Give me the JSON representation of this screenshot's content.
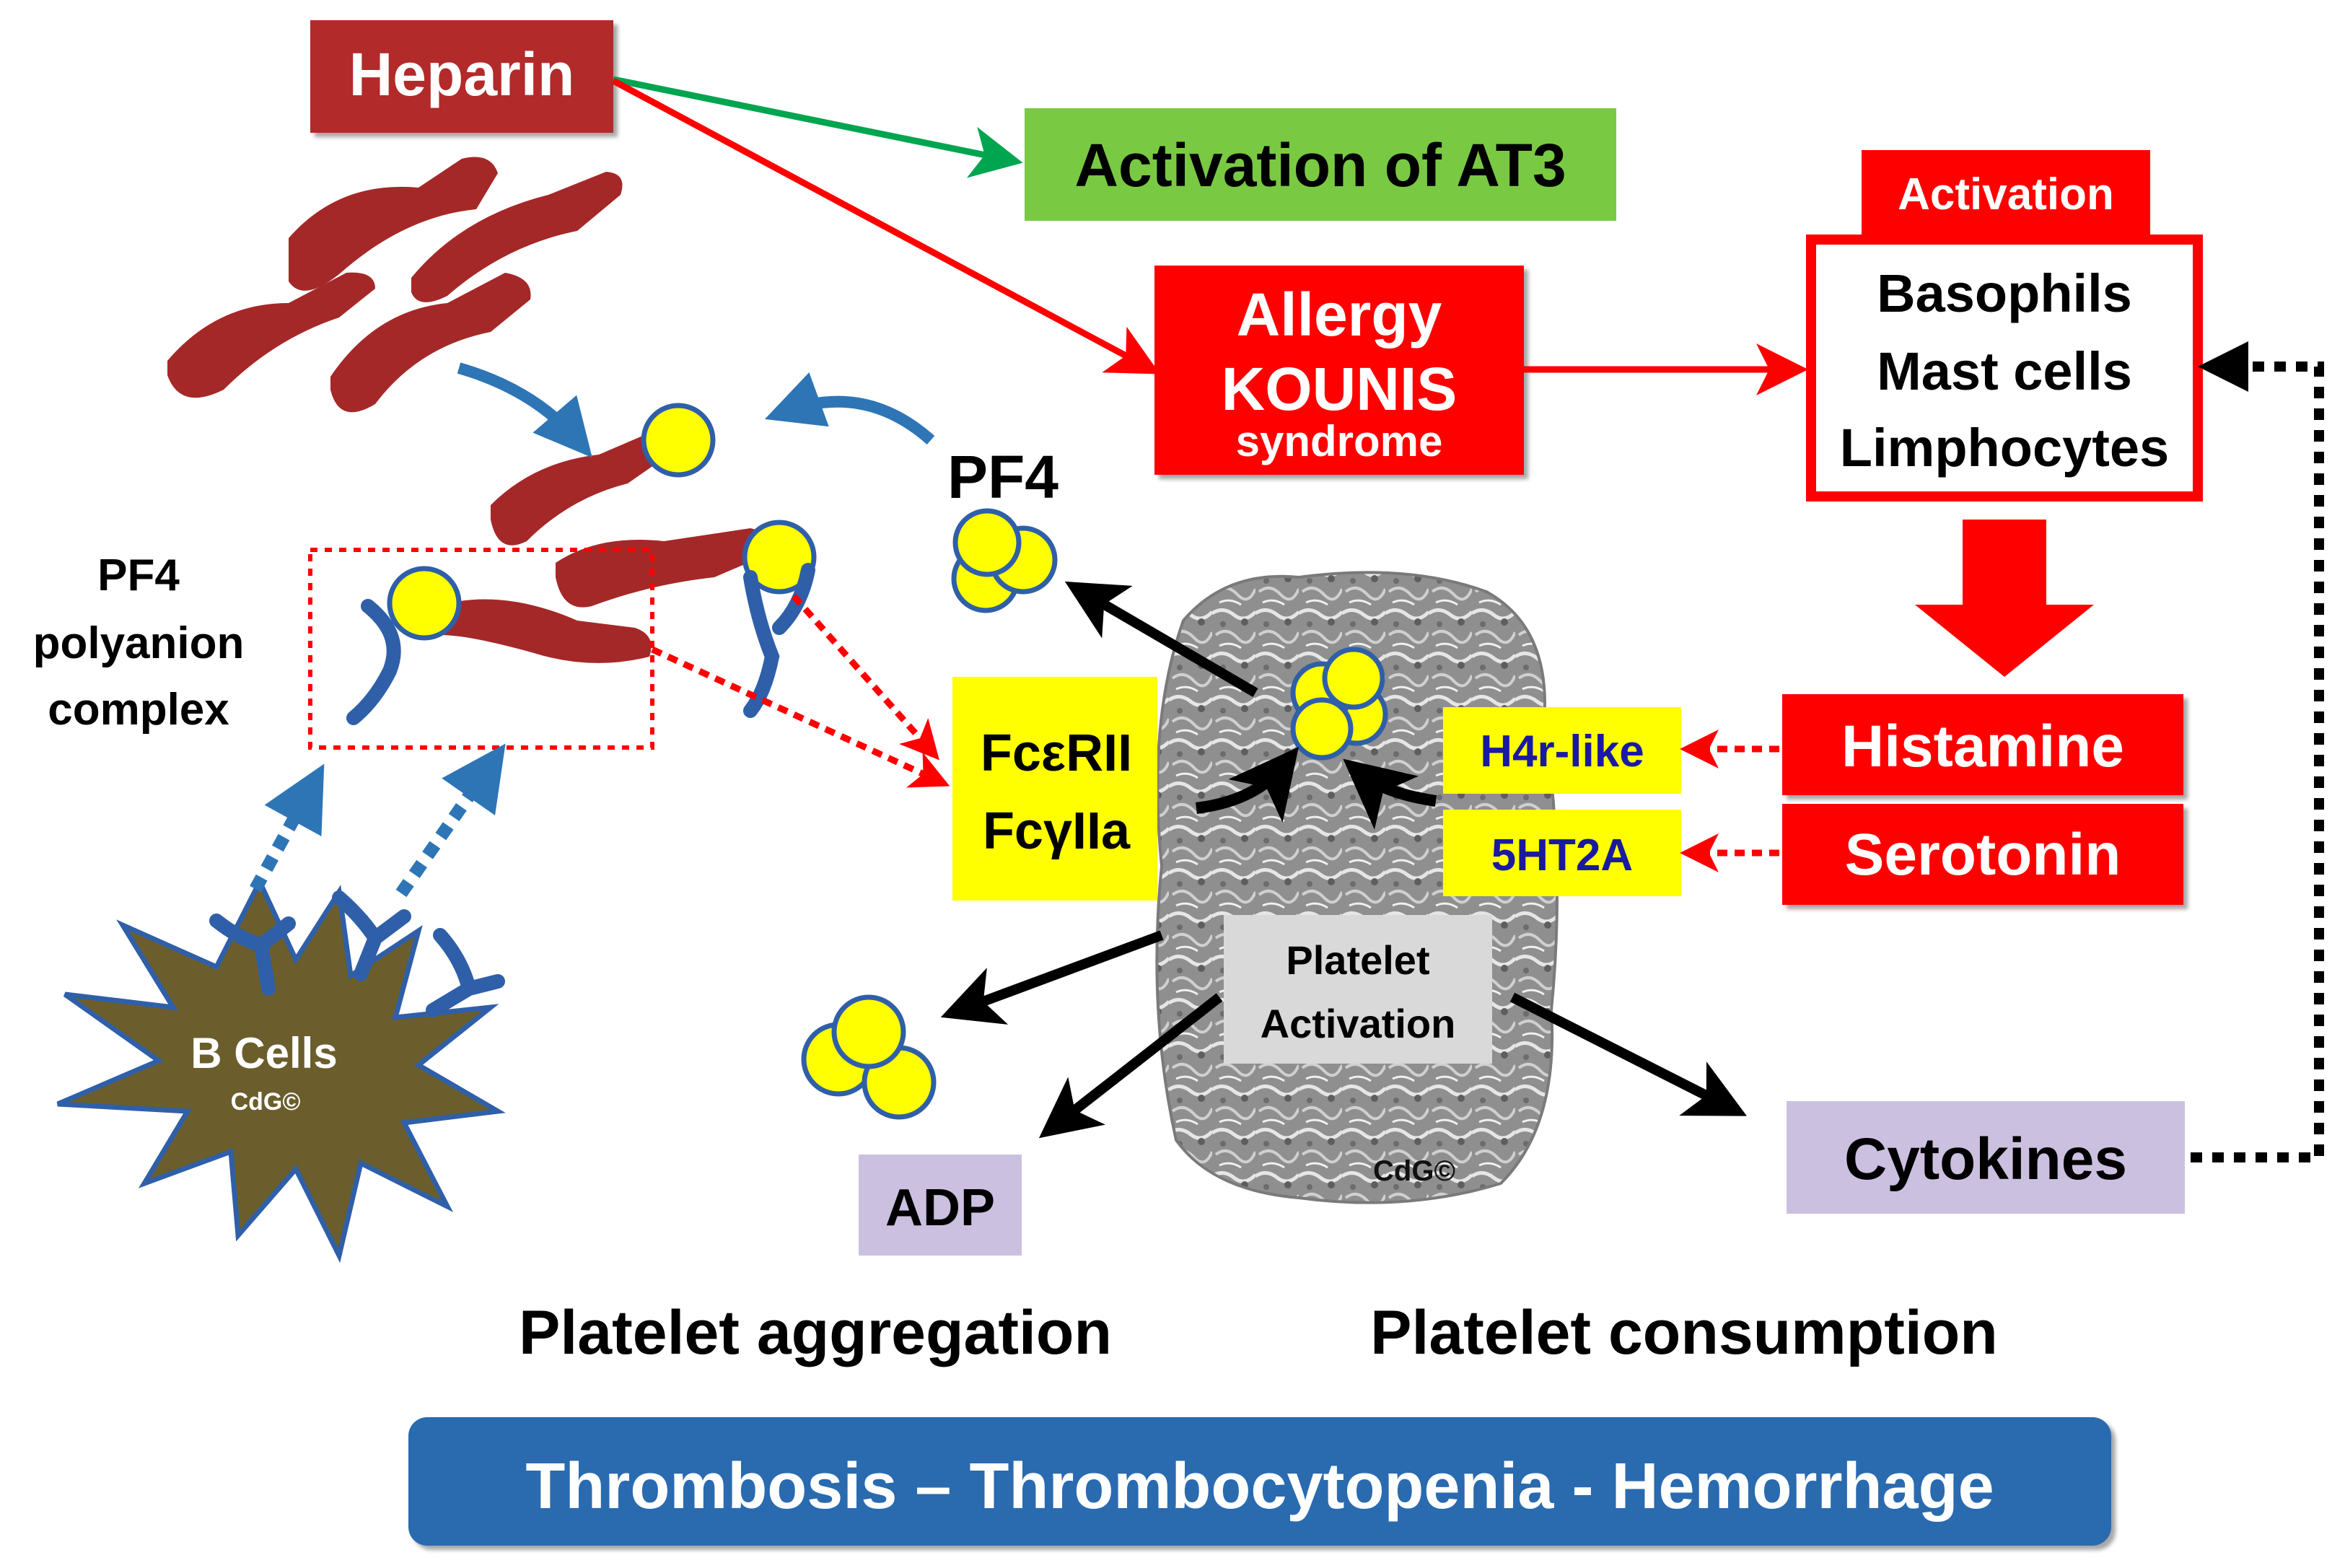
{
  "colors": {
    "heparin_box": "#b22c2c",
    "heparin_chain": "#a52828",
    "at3_box": "#7ac943",
    "allergy_box": "#ff0000",
    "red_box": "#ff0000",
    "yellow": "#ffff00",
    "receptor_blue": "#2f5fa8",
    "purple_box": "#ccc0e0",
    "gray_box": "#d9d9d9",
    "bottom_banner": "#2a6aaf",
    "bcell": "#6b5e2c",
    "green_arrow": "#00a550",
    "red_arrow": "#ff0000"
  },
  "nodes": {
    "heparin": "Heparin",
    "at3": "Activation of AT3",
    "allergy_line1": "Allergy",
    "allergy_line2": "KOUNIS",
    "allergy_line3": "syndrome",
    "activation_tab": "Activation",
    "cells_line1": "Basophils",
    "cells_line2": "Mast cells",
    "cells_line3": "Limphocytes",
    "pf4": "PF4",
    "complex_line1": "PF4",
    "complex_line2": "polyanion",
    "complex_line3": "complex",
    "fc_line1": "FcεRII",
    "fc_line2": "FcγIIa",
    "h4r": "H4r-like",
    "ht2a": "5HT2A",
    "histamine": "Histamine",
    "serotonin": "Serotonin",
    "platelet_line1": "Platelet",
    "platelet_line2": "Activation",
    "bcells": "B Cells",
    "bcells_copyright": "CdG©",
    "platelet_copyright": "CdG©",
    "adp": "ADP",
    "cytokines": "Cytokines",
    "aggregation": "Platelet aggregation",
    "consumption": "Platelet consumption",
    "banner": "Thrombosis – Thrombocytopenia - Hemorrhage"
  }
}
